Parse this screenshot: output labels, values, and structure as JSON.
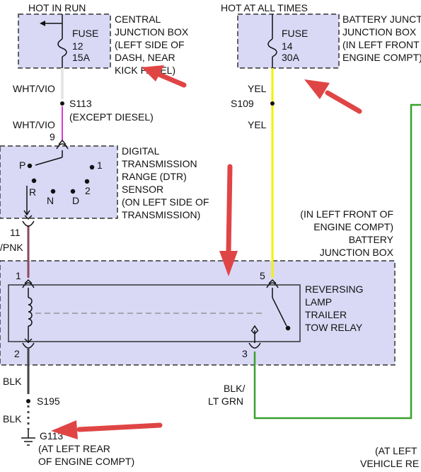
{
  "colors": {
    "box_fill": "#d9d9f6",
    "box_border": "#333333",
    "wire_wht_vio_top": "#e6e6e6",
    "wire_wht_vio_bottom": "#d63bd6",
    "wire_yel": "#f2f200",
    "wire_vio_pnk": "#8a4a5a",
    "wire_blk": "#333333",
    "wire_blk_lt_grn": "#39a02c",
    "arrow": "#e04545"
  },
  "labels": {
    "hot_in_run": "HOT IN RUN",
    "hot_at_all_times": "HOT AT ALL TIMES",
    "central_jb": [
      "CENTRAL",
      "JUNCTION BOX",
      "(LEFT SIDE OF",
      "DASH, NEAR",
      "KICK PANEL)"
    ],
    "battery_jb_top": [
      "BATTERY JUNCTION",
      "JUNCTION BOX",
      "(IN LEFT FRONT OF",
      "ENGINE COMPT)"
    ],
    "fuse12": [
      "FUSE",
      "12",
      "15A"
    ],
    "fuse14": [
      "FUSE",
      "14",
      "30A"
    ],
    "wht_vio_1": "WHT/VIO",
    "s113": "S113",
    "except_diesel": "(EXCEPT DIESEL)",
    "wht_vio_2": "WHT/VIO",
    "pin9": "9",
    "yel_1": "YEL",
    "s109": "S109",
    "yel_2": "YEL",
    "dtr": [
      "DIGITAL",
      "TRANSMISSION",
      "RANGE (DTR)",
      "SENSOR",
      "(ON LEFT SIDE OF",
      "TRANSMISSION)"
    ],
    "dtr_positions": [
      "P",
      "1",
      "R",
      "2",
      "N",
      "D"
    ],
    "pin11": "11",
    "vio_pnk": "/PNK",
    "battery_jb_right": [
      "(IN LEFT FRONT OF",
      "ENGINE COMPT)",
      "BATTERY",
      "JUNCTION BOX"
    ],
    "pin1": "1",
    "pin5": "5",
    "relay": [
      "REVERSING",
      "LAMP",
      "TRAILER",
      "TOW RELAY"
    ],
    "pin2": "2",
    "pin3": "3",
    "blk_1": "BLK",
    "blk_lt_grn": [
      "BLK/",
      "LT GRN"
    ],
    "s195": "S195",
    "blk_2": "BLK",
    "g113": "G113",
    "ground_loc": [
      "(AT LEFT REAR",
      "OF ENGINE COMPT)"
    ],
    "bottom_right": [
      "(AT LEFT",
      "VEHICLE RE"
    ]
  }
}
